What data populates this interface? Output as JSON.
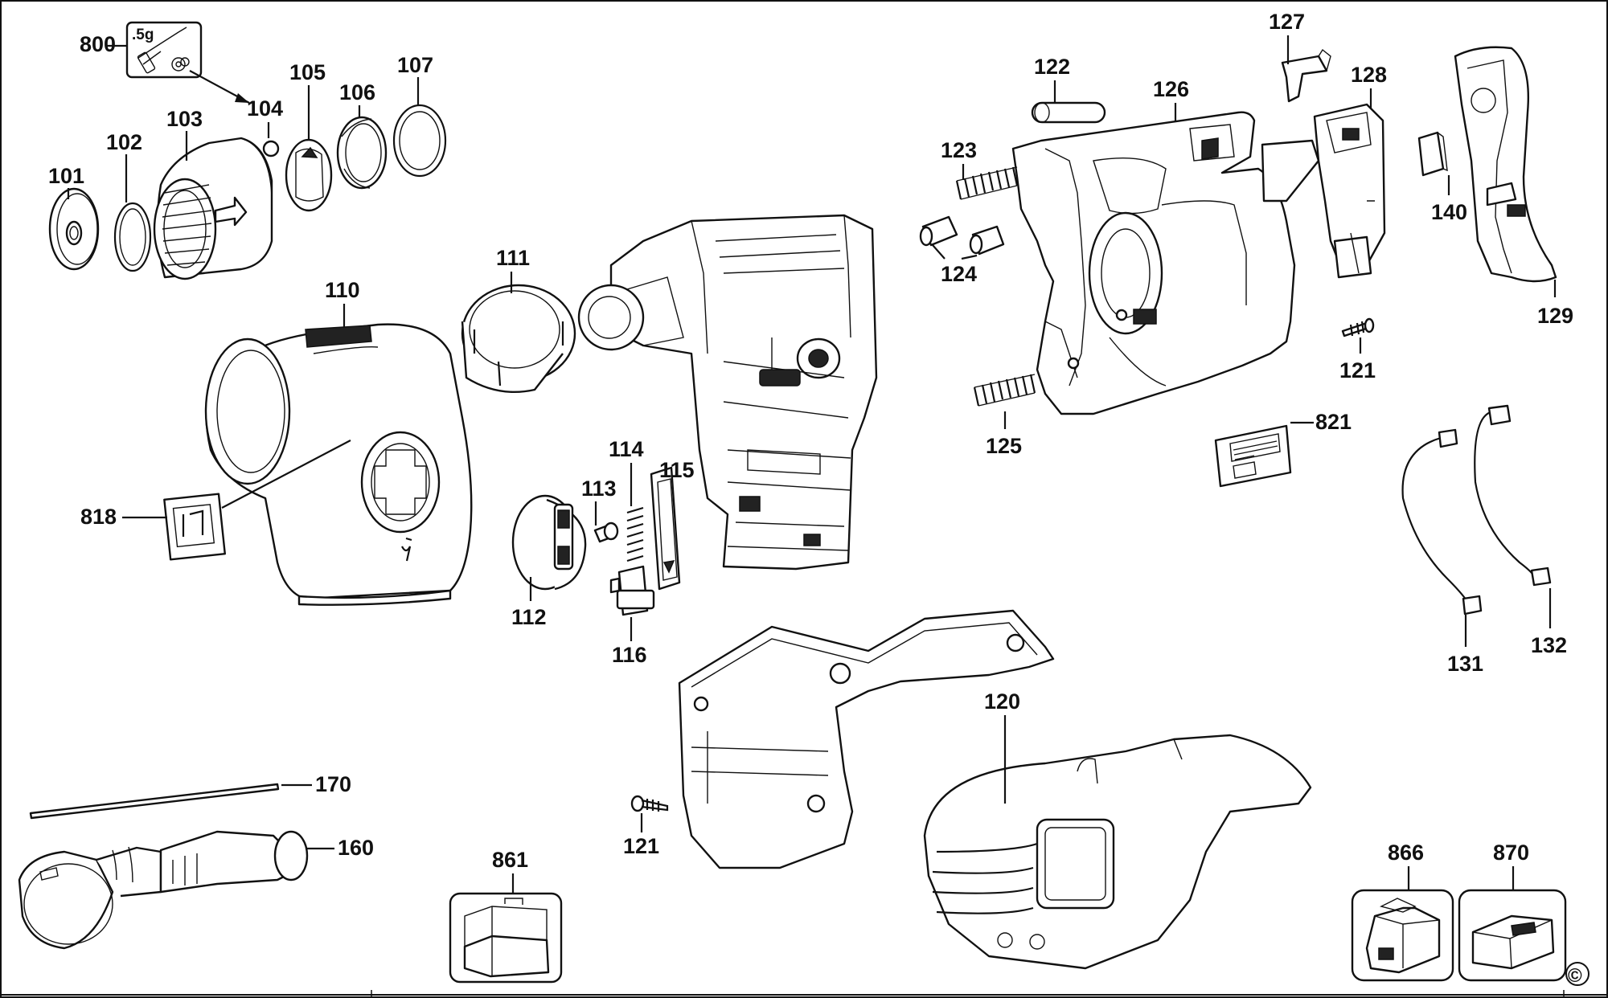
{
  "diagram": {
    "labels": {
      "p800": "800",
      "p800_grease": ".5g",
      "p101": "101",
      "p102": "102",
      "p103": "103",
      "p104": "104",
      "p105": "105",
      "p106": "106",
      "p107": "107",
      "p110": "110",
      "p111": "111",
      "p112": "112",
      "p113": "113",
      "p114": "114",
      "p115": "115",
      "p116": "116",
      "p818": "818",
      "p120": "120",
      "p121a": "121",
      "p121b": "121",
      "p122": "122",
      "p123": "123",
      "p124": "124",
      "p125": "125",
      "p126": "126",
      "p127": "127",
      "p128": "128",
      "p129": "129",
      "p131": "131",
      "p132": "132",
      "p140": "140",
      "p160": "160",
      "p170": "170",
      "p821": "821",
      "p861": "861",
      "p866": "866",
      "p870": "870",
      "copyright": "©"
    }
  }
}
